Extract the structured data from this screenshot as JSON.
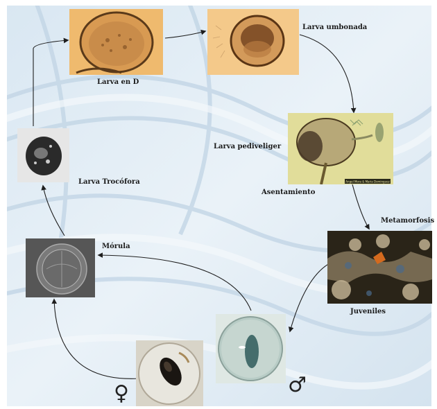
{
  "stages": {
    "larva_d": "Larva en D",
    "umbonada": "Larva umbonada",
    "pediveliger": "Larva pediveliger",
    "asentamiento": "Asentamiento",
    "metamorfosis": "Metamorfosis",
    "juveniles": "Juveniles",
    "morula": "Mórula",
    "trocofora": "Larva Trocófora"
  },
  "symbols": {
    "female": "♀",
    "male": "♂"
  },
  "photo_caption": "Angel Mora & Maria Dominguez",
  "colors": {
    "background": "#e4eef6",
    "arrow": "#1e1e1e",
    "larva_bg": "#f3c47a",
    "pediveliger_bg": "#e8e2a0",
    "juvenile_bg": "#2a2418"
  }
}
